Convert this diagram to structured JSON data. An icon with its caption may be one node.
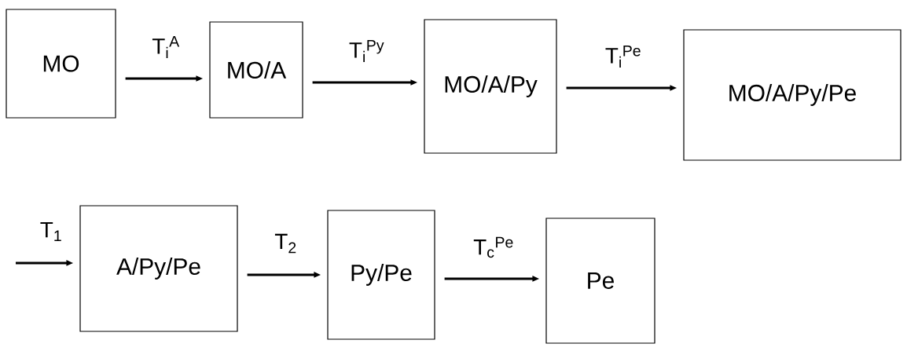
{
  "diagram": {
    "nodes": [
      {
        "text": [
          "MO"
        ]
      },
      {
        "text": [
          "MO/A"
        ]
      },
      {
        "text": [
          "MO/A/Py"
        ]
      },
      {
        "text": [
          "MO/A/Py/Pe"
        ]
      },
      {
        "text": [
          "A/Py/Pe"
        ]
      },
      {
        "text": [
          "Py/Pe"
        ]
      },
      {
        "text": [
          "Pe"
        ]
      }
    ],
    "edges": [
      {
        "from": 0,
        "to": 1,
        "arrow": "to",
        "label": "T$_{i}$$^{A}$"
      },
      {
        "from": 1,
        "to": 2,
        "arrow": "to",
        "label": "T$_{i}$$^{Py}$"
      },
      {
        "from": 2,
        "to": 3,
        "arrow": "to",
        "label": "T$_{i}$$^{Pe}$"
      },
      {
        "from": null,
        "to": 4,
        "arrow": "to",
        "label": "T$_{1}$"
      },
      {
        "from": 4,
        "to": 5,
        "arrow": "to",
        "label": "T$_{2}$"
      },
      {
        "from": 5,
        "to": 6,
        "arrow": "to",
        "label": "T$_{c}$$^{Pe}$"
      }
    ]
  }
}
